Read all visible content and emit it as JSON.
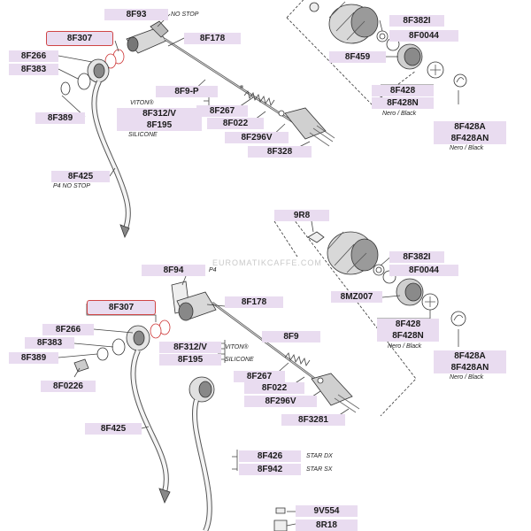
{
  "watermark": "EUROMATIKCAFFE.COM",
  "top": {
    "labels": {
      "l8F93": "8F93",
      "l8F307": "8F307",
      "l8F266": "8F266",
      "l8F383": "8F383",
      "l8F389": "8F389",
      "l8F178": "8F178",
      "l8F9P": "8F9-P",
      "l8F312V": "8F312/V",
      "l8F195": "8F195",
      "l8F267": "8F267",
      "l8F022": "8F022",
      "l8F296V": "8F296V",
      "l8F328": "8F328",
      "l8F425": "8F425",
      "l8F382I": "8F382I",
      "l8F0044": "8F0044",
      "l8F459": "8F459",
      "l8F428": "8F428",
      "l8F428N": "8F428N",
      "l8F428A": "8F428A",
      "l8F428AN": "8F428AN"
    },
    "notes": {
      "no_stop": "NO STOP",
      "viton": "VITON®",
      "silicone": "SILICONE",
      "p4_no_stop": "P4 NO STOP",
      "nero_black_1": "Nero / Black",
      "nero_black_2": "Nero / Black"
    }
  },
  "bottom": {
    "labels": {
      "l9R8": "9R8",
      "l8F94": "8F94",
      "l8F307": "8F307",
      "l8F266": "8F266",
      "l8F383": "8F383",
      "l8F389": "8F389",
      "l8F0226": "8F0226",
      "l8F178": "8F178",
      "l8F312V": "8F312/V",
      "l8F195": "8F195",
      "l8F9": "8F9",
      "l8F267": "8F267",
      "l8F022": "8F022",
      "l8F296V": "8F296V",
      "l8F3281": "8F3281",
      "l8F425": "8F425",
      "l8F426": "8F426",
      "l8F942": "8F942",
      "l9V554": "9V554",
      "l8R18": "8R18",
      "l8F382I": "8F382I",
      "l8F0044": "8F0044",
      "l8MZ007": "8MZ007",
      "l8F428": "8F428",
      "l8F428N": "8F428N",
      "l8F428A": "8F428A",
      "l8F428AN": "8F428AN"
    },
    "notes": {
      "p4": "P4",
      "viton": "VITON®",
      "silicone": "SILICONE",
      "star_dx": "STAR DX",
      "star_sx": "STAR SX",
      "nero_black_1": "Nero / Black",
      "nero_black_2": "Nero / Black"
    }
  }
}
